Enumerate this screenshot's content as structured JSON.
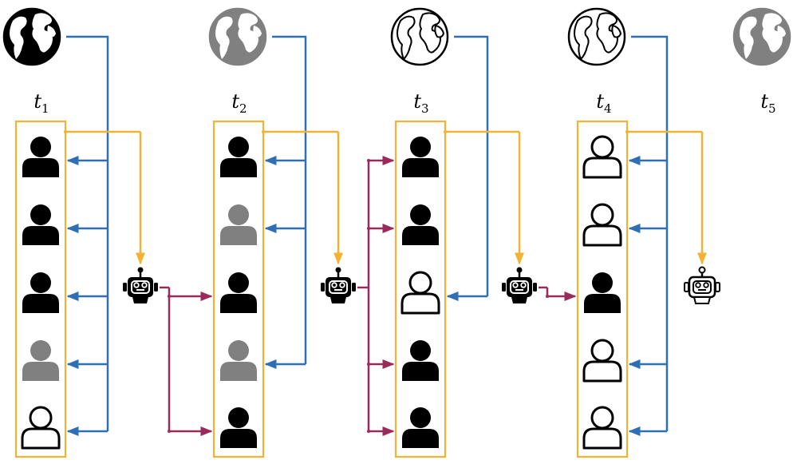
{
  "colors": {
    "black": "#000000",
    "gray": "#808080",
    "white": "#ffffff",
    "blue": "#2f6fb3",
    "orange": "#f2b233",
    "crimson": "#9a2a5a"
  },
  "stages": [
    {
      "label": "t",
      "sub": "1",
      "globe": "black",
      "agent": "black",
      "users": [
        "black",
        "black",
        "black",
        "gray",
        "outline"
      ],
      "world_feedback_to_users": [
        0,
        1,
        2,
        3,
        4
      ],
      "agent_influences_users": []
    },
    {
      "label": "t",
      "sub": "2",
      "globe": "gray",
      "agent": "black",
      "users": [
        "black",
        "gray",
        "black",
        "gray",
        "black"
      ],
      "world_feedback_to_users": [
        0,
        1,
        3
      ],
      "agent_influences_users": [
        2,
        4
      ]
    },
    {
      "label": "t",
      "sub": "3",
      "globe": "outline",
      "agent": "black",
      "users": [
        "black",
        "black",
        "outline",
        "black",
        "black"
      ],
      "world_feedback_to_users": [
        2
      ],
      "agent_influences_users": [
        0,
        1,
        3,
        4
      ]
    },
    {
      "label": "t",
      "sub": "4",
      "globe": "outline",
      "agent": "outline",
      "users": [
        "outline",
        "outline",
        "black",
        "outline",
        "outline"
      ],
      "world_feedback_to_users": [
        0,
        1,
        3,
        4
      ],
      "agent_influences_users": [
        2
      ]
    },
    {
      "label": "t",
      "sub": "5",
      "globe": "gray",
      "agent": null,
      "users": [],
      "world_feedback_to_users": [],
      "agent_influences_users": []
    }
  ],
  "icons": {
    "globe": "globe-icon",
    "user": "user-icon",
    "agent": "robot-icon"
  }
}
